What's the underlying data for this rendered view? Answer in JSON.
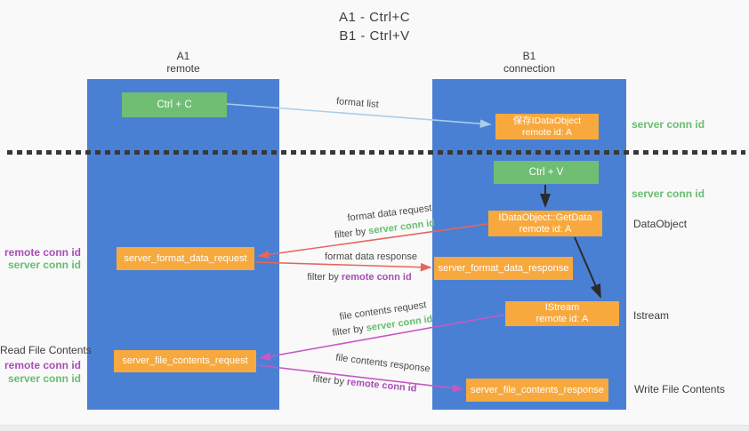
{
  "title": {
    "line1": "A1 - Ctrl+C",
    "line2": "B1 - Ctrl+V"
  },
  "lifelines": {
    "left": {
      "name": "A1",
      "role": "remote"
    },
    "right": {
      "name": "B1",
      "role": "connection"
    }
  },
  "boxes": {
    "ctrl_c": {
      "label": "Ctrl + C"
    },
    "save_dataobject": {
      "line1": "保存IDataObject",
      "line2": "remote id: A"
    },
    "ctrl_v": {
      "label": "Ctrl + V"
    },
    "getdata": {
      "line1": "IDataObject::GetData",
      "line2": "remote id: A"
    },
    "server_format_data_request": {
      "label": "server_format_data_request"
    },
    "server_format_data_response": {
      "label": "server_format_data_response"
    },
    "istream": {
      "line1": "IStream",
      "line2": "remote id: A"
    },
    "server_file_contents_request": {
      "label": "server_file_contents_request"
    },
    "server_file_contents_response": {
      "label": "server_file_contents_response"
    }
  },
  "arrow_labels": {
    "format_list": "format list",
    "format_data_request": "format data request",
    "format_data_response": "format data response",
    "file_contents_request": "file contents request",
    "file_contents_response": "file contents response",
    "filter_by": "filter by ",
    "server_conn_id": "server conn id",
    "remote_conn_id": "remote conn id"
  },
  "side_labels": {
    "server_conn_id_right_top": "server conn id",
    "server_conn_id_right_mid": "server conn id",
    "dataobject": "DataObject",
    "istream": "Istream",
    "write_file_contents": "Write File Contents",
    "read_file_contents": "Read File Contents",
    "remote_conn_id_left_top": "remote conn id",
    "server_conn_id_left_top": "server conn id",
    "remote_conn_id_left_bottom": "remote conn id",
    "server_conn_id_left_bottom": "server conn id"
  },
  "colors": {
    "lifeline_blue": "#4a80d4",
    "box_green": "#6fbe73",
    "box_orange": "#f7a93e",
    "arrow_lightblue": "#a9cdeb",
    "arrow_black": "#2b2b2b",
    "arrow_red": "#e8655a",
    "arrow_magenta": "#c558c5",
    "text_green": "#67bd70",
    "text_purple": "#a84db5",
    "dotted_line": "#383838",
    "background": "#f9f9f9"
  }
}
